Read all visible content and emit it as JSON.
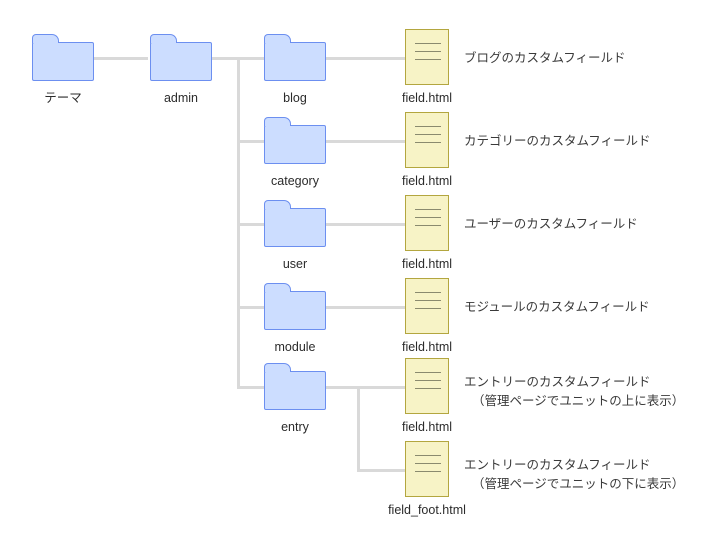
{
  "diagram": {
    "type": "directory-tree",
    "root": {
      "label": "テーマ",
      "kind": "folder"
    },
    "level2": {
      "label": "admin",
      "kind": "folder"
    },
    "branches": [
      {
        "folder_label": "blog",
        "file_label": "field.html",
        "description_line1": "ブログのカスタムフィールド",
        "description_line2": ""
      },
      {
        "folder_label": "category",
        "file_label": "field.html",
        "description_line1": "カテゴリーのカスタムフィールド",
        "description_line2": ""
      },
      {
        "folder_label": "user",
        "file_label": "field.html",
        "description_line1": "ユーザーのカスタムフィールド",
        "description_line2": ""
      },
      {
        "folder_label": "module",
        "file_label": "field.html",
        "description_line1": "モジュールのカスタムフィールド",
        "description_line2": ""
      },
      {
        "folder_label": "entry",
        "file_label": "field.html",
        "description_line1": "エントリーのカスタムフィールド",
        "description_line2": "（管理ページでユニットの上に表示）"
      }
    ],
    "entry_extra": {
      "file_label": "field_foot.html",
      "description_line1": "エントリーのカスタムフィールド",
      "description_line2": "（管理ページでユニットの下に表示）"
    },
    "colors": {
      "folder_fill": "#ccddff",
      "folder_stroke": "#6c8ff0",
      "file_fill": "#f7f3c6",
      "file_stroke": "#b3a63f",
      "connector": "#d9d9d9",
      "text": "#3a3a3a",
      "background": "#ffffff"
    }
  }
}
